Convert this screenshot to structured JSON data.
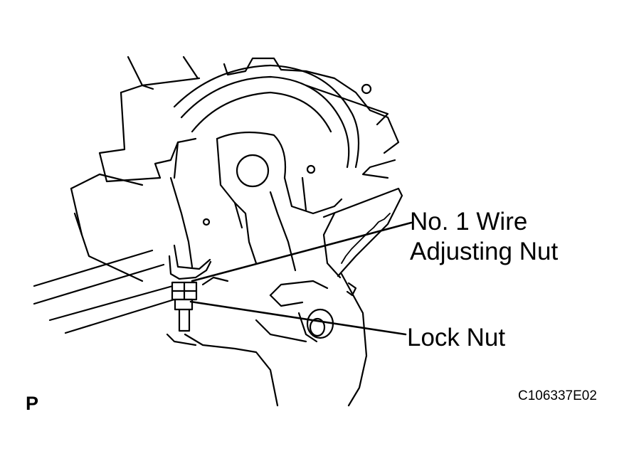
{
  "labels": {
    "adjusting_nut_line1": "No. 1 Wire",
    "adjusting_nut_line2": "Adjusting Nut",
    "lock_nut": "Lock Nut"
  },
  "view_code": "P",
  "figure_id": "C106337E02"
}
